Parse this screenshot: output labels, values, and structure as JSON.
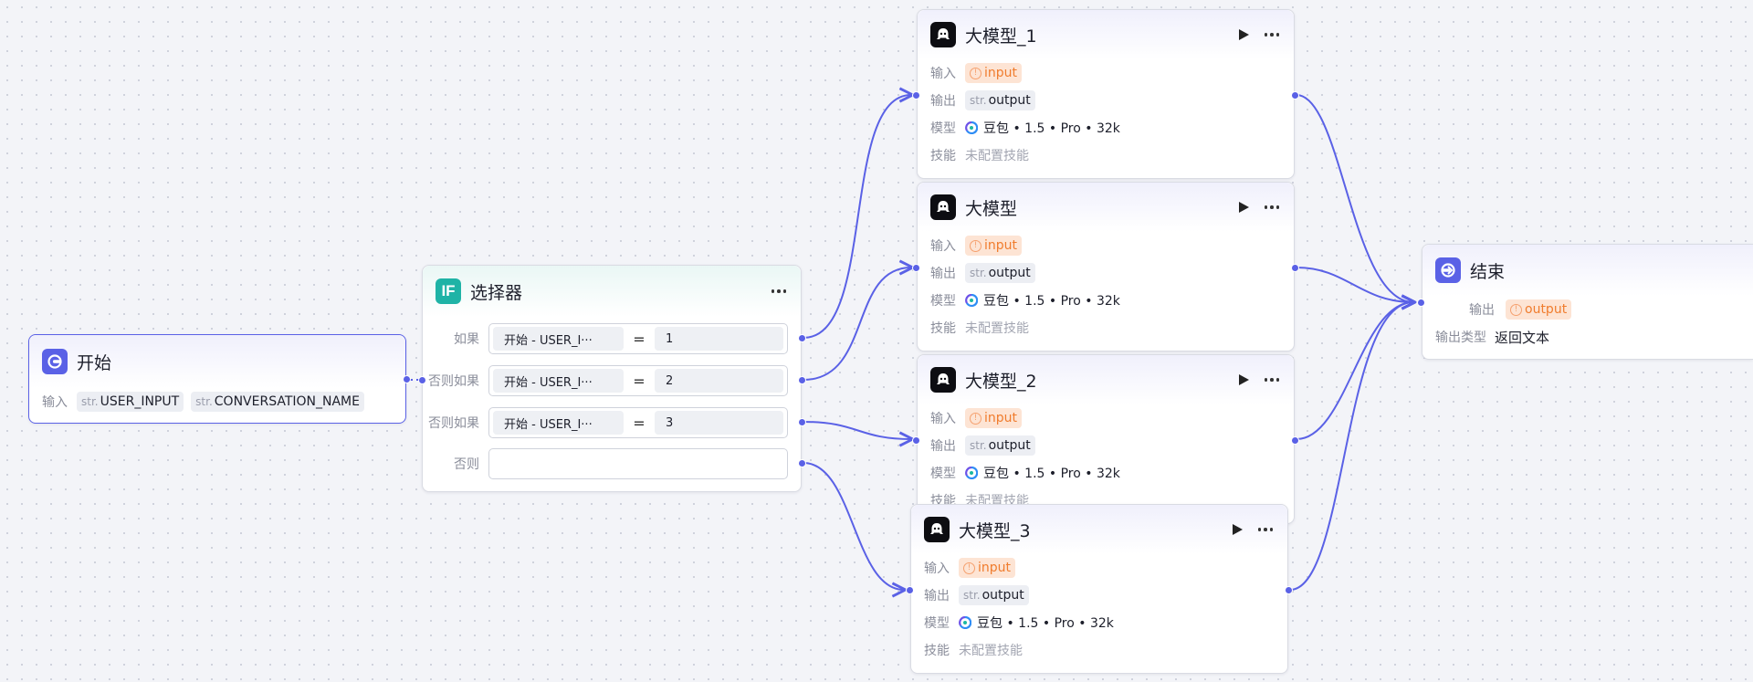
{
  "canvas": {
    "edge_color": "#5a61e6",
    "background": "#f3f4f8"
  },
  "start_node": {
    "title": "开始",
    "icon": "start-icon",
    "input_label": "输入",
    "inputs": [
      {
        "type": "str.",
        "name": "USER_INPUT"
      },
      {
        "type": "str.",
        "name": "CONVERSATION_NAME"
      }
    ]
  },
  "selector_node": {
    "title": "选择器",
    "icon_text": "IF",
    "conditions": [
      {
        "label": "如果",
        "left": "开始  -  USER_I···",
        "op": "=",
        "right": "1"
      },
      {
        "label": "否则如果",
        "left": "开始  -  USER_I···",
        "op": "=",
        "right": "2"
      },
      {
        "label": "否则如果",
        "left": "开始  -  USER_I···",
        "op": "=",
        "right": "3"
      },
      {
        "label": "否则",
        "left": "",
        "op": "",
        "right": ""
      }
    ]
  },
  "llm_nodes": [
    {
      "title": "大模型_1",
      "input_label": "输入",
      "input_var": "input",
      "output_label": "输出",
      "output_type": "str.",
      "output_var": "output",
      "model_label": "模型",
      "model": "豆包 • 1.5 • Pro • 32k",
      "skill_label": "技能",
      "skill": "未配置技能"
    },
    {
      "title": "大模型",
      "input_label": "输入",
      "input_var": "input",
      "output_label": "输出",
      "output_type": "str.",
      "output_var": "output",
      "model_label": "模型",
      "model": "豆包 • 1.5 • Pro • 32k",
      "skill_label": "技能",
      "skill": "未配置技能"
    },
    {
      "title": "大模型_2",
      "input_label": "输入",
      "input_var": "input",
      "output_label": "输出",
      "output_type": "str.",
      "output_var": "output",
      "model_label": "模型",
      "model": "豆包 • 1.5 • Pro • 32k",
      "skill_label": "技能",
      "skill": "未配置技能"
    },
    {
      "title": "大模型_3",
      "input_label": "输入",
      "input_var": "input",
      "output_label": "输出",
      "output_type": "str.",
      "output_var": "output",
      "model_label": "模型",
      "model": "豆包 • 1.5 • Pro • 32k",
      "skill_label": "技能",
      "skill": "未配置技能"
    }
  ],
  "end_node": {
    "title": "结束",
    "output_label": "输出",
    "output_var": "output",
    "output_type_label": "输出类型",
    "output_type_value": "返回文本"
  }
}
